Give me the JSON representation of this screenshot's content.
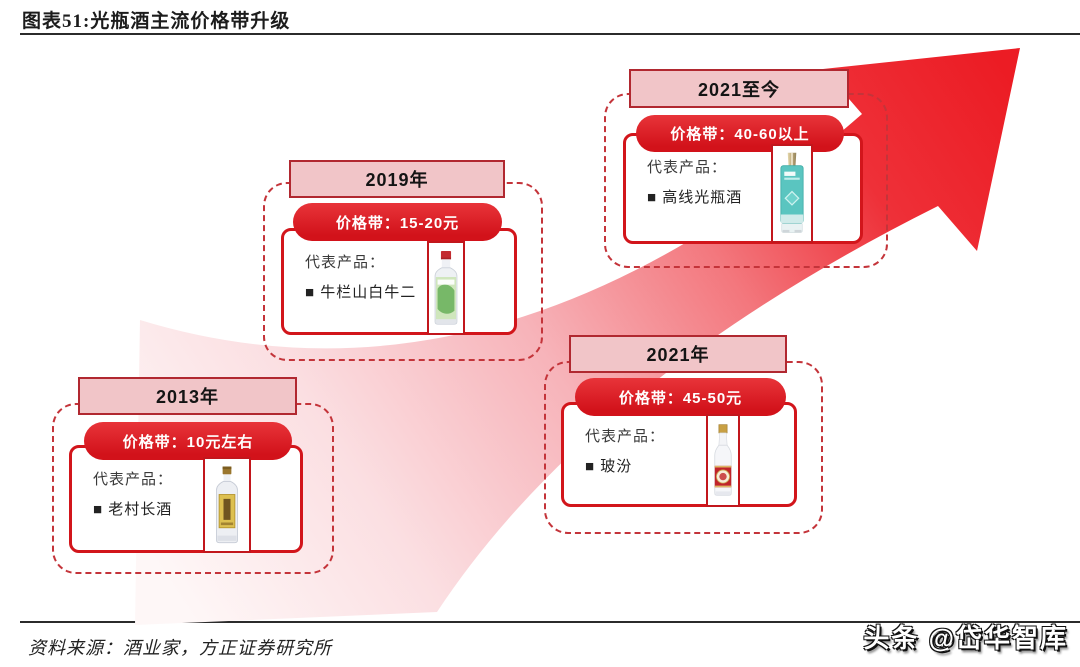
{
  "header": {
    "title": "图表51:光瓶酒主流价格带升级"
  },
  "footer": {
    "source": "资料来源：酒业家，方正证券研究所",
    "watermark": "头条 @岱华智库"
  },
  "labels": {
    "product_prefix": "代表产品："
  },
  "colors": {
    "accent_red": "#d2151b",
    "pill_red": "#d9151c",
    "panel_pink": "#f1c5c8",
    "dashed_red": "#c4343a",
    "arrow_head_red": "#ec1c24",
    "arrow_tail_pink": "#fdf4f4"
  },
  "stages": [
    {
      "year": "2013年",
      "price_band": "价格带：10元左右",
      "product": "■ 老村长酒",
      "bottle_icon": "laocunzhang-bottle"
    },
    {
      "year": "2019年",
      "price_band": "价格带：15-20元",
      "product": "■ 牛栏山白牛二",
      "bottle_icon": "niulanshan-bottle"
    },
    {
      "year": "2021年",
      "price_band": "价格带：45-50元",
      "product": "■ 玻汾",
      "bottle_icon": "bofen-bottle"
    },
    {
      "year": "2021至今",
      "price_band": "价格带：40-60以上",
      "product": "■ 高线光瓶酒",
      "bottle_icon": "gaoxian-bottle"
    }
  ]
}
